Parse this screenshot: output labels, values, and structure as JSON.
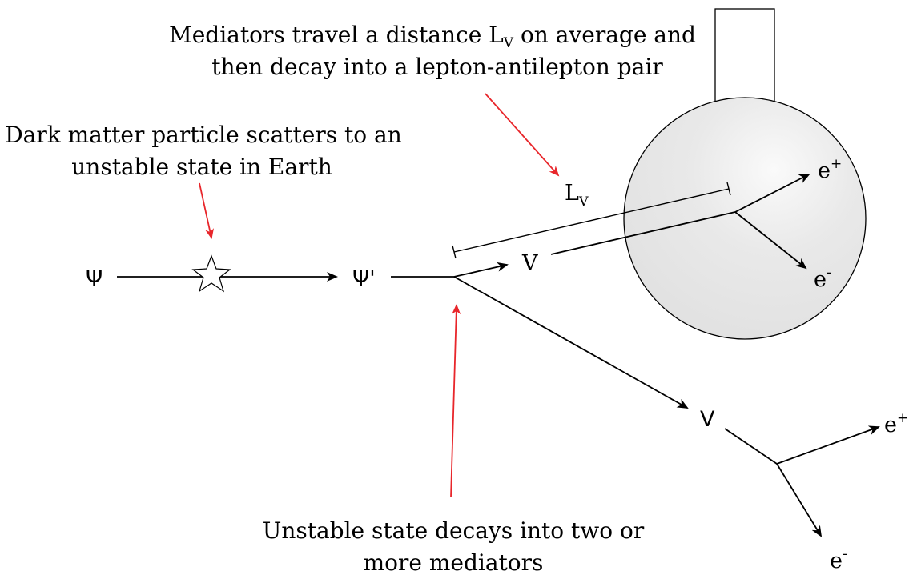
{
  "captions": {
    "mediators_line1": "Mediators travel a distance L",
    "mediators_sub": "V",
    "mediators_line1_rest": " on average and",
    "mediators_line2": "then decay into a lepton-antilepton pair",
    "dark_matter_line1": "Dark matter particle scatters to an",
    "dark_matter_line2": "unstable state in Earth",
    "unstable_line1": "Unstable state decays into two or",
    "unstable_line2": "more mediators"
  },
  "particles": {
    "psi": "Ψ",
    "psi_prime": "Ψ'",
    "mediator_upper": "V",
    "mediator_lower": "V",
    "distance_symbol": "L",
    "distance_sub": "V",
    "electron": "e",
    "positron_sup": "+",
    "electron_sup": "-"
  },
  "colors": {
    "annotation_arrow": "#e8262b",
    "detector_fill": "#e6e6e6",
    "line": "#000000"
  }
}
